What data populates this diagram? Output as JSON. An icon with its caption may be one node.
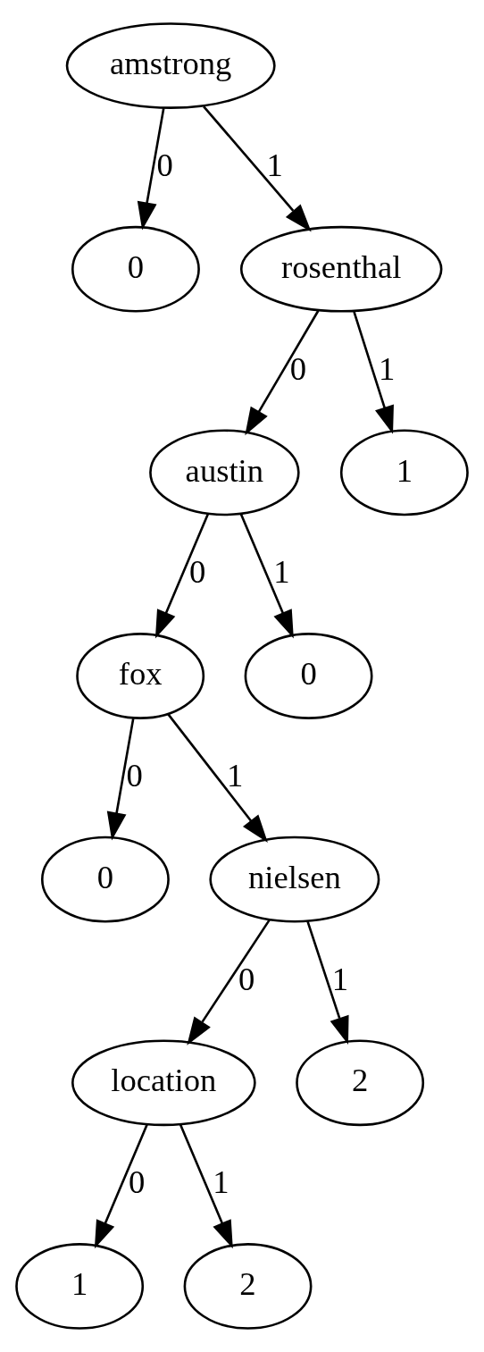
{
  "diagram": {
    "nodes": [
      {
        "text": [
          "amstrong"
        ]
      },
      {
        "text": [
          "0"
        ]
      },
      {
        "text": [
          "rosenthal"
        ]
      },
      {
        "text": [
          "austin"
        ]
      },
      {
        "text": [
          "1"
        ]
      },
      {
        "text": [
          "fox"
        ]
      },
      {
        "text": [
          "0"
        ]
      },
      {
        "text": [
          "0"
        ]
      },
      {
        "text": [
          "nielsen"
        ]
      },
      {
        "text": [
          "location"
        ]
      },
      {
        "text": [
          "2"
        ]
      },
      {
        "text": [
          "1"
        ]
      },
      {
        "text": [
          "2"
        ]
      }
    ],
    "edges": [
      {
        "from": 0,
        "to": 1,
        "arrow": "to",
        "label": "0"
      },
      {
        "from": 0,
        "to": 2,
        "arrow": "to",
        "label": "1"
      },
      {
        "from": 2,
        "to": 3,
        "arrow": "to",
        "label": "0"
      },
      {
        "from": 2,
        "to": 4,
        "arrow": "to",
        "label": "1"
      },
      {
        "from": 3,
        "to": 5,
        "arrow": "to",
        "label": "0"
      },
      {
        "from": 3,
        "to": 6,
        "arrow": "to",
        "label": "1"
      },
      {
        "from": 5,
        "to": 7,
        "arrow": "to",
        "label": "0"
      },
      {
        "from": 5,
        "to": 8,
        "arrow": "to",
        "label": "1"
      },
      {
        "from": 8,
        "to": 9,
        "arrow": "to",
        "label": "0"
      },
      {
        "from": 8,
        "to": 10,
        "arrow": "to",
        "label": "1"
      },
      {
        "from": 9,
        "to": 11,
        "arrow": "to",
        "label": "0"
      },
      {
        "from": 9,
        "to": 12,
        "arrow": "to",
        "label": "1"
      }
    ]
  }
}
